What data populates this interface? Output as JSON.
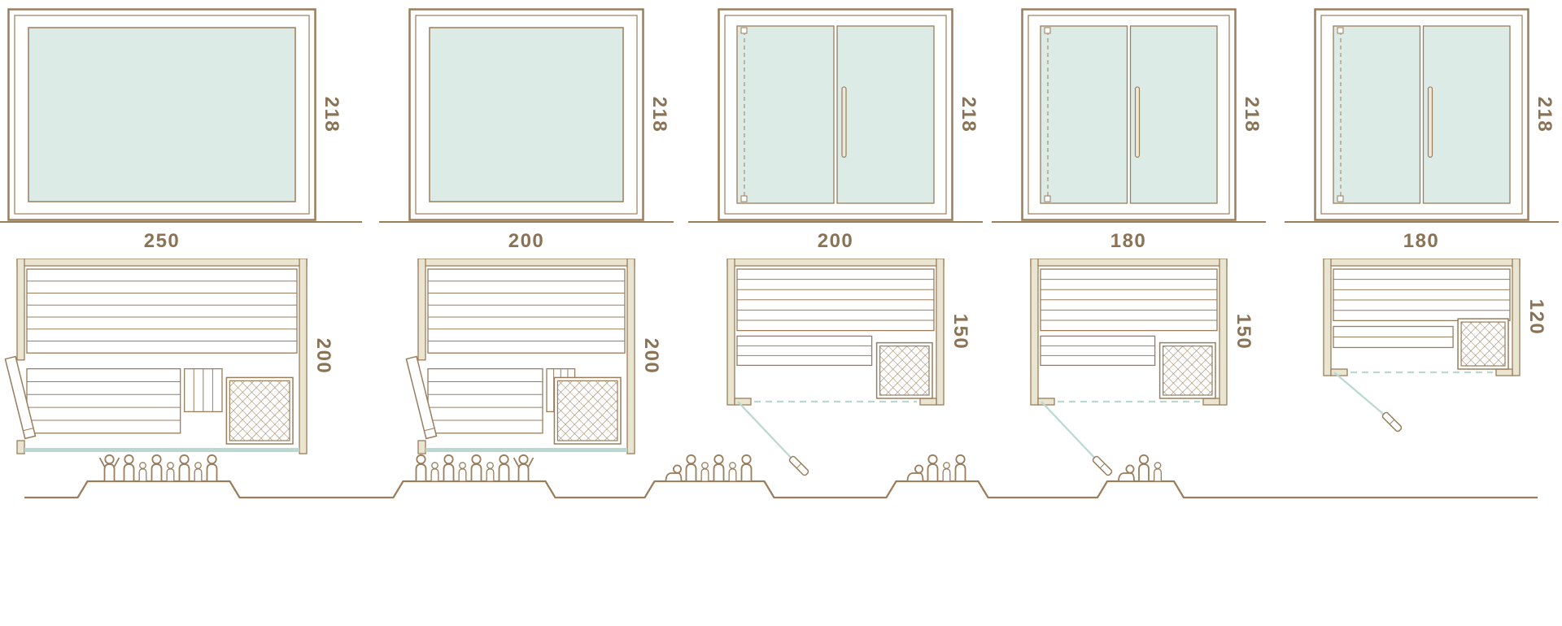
{
  "colors": {
    "line": "#9a7d5b",
    "text": "#8a7355",
    "glass": "#ddebe7",
    "teal": "#b9d8d1",
    "wall": "#e9e5d1",
    "white": "#ffffff"
  },
  "columns": [
    {
      "front_view": {
        "style": "fixed-glass",
        "width": "250",
        "height": "218"
      },
      "plan_view": {
        "style": "side-door",
        "depth": "200"
      },
      "capacity": {
        "count": 8,
        "figures": [
          "wave",
          "adult",
          "child",
          "adult",
          "child",
          "adult",
          "child",
          "adult"
        ]
      }
    },
    {
      "front_view": {
        "style": "fixed-glass",
        "width": "200",
        "height": "218"
      },
      "plan_view": {
        "style": "side-door",
        "depth": "200"
      },
      "capacity": {
        "count": 8,
        "figures": [
          "adult",
          "child",
          "adult",
          "child",
          "adult",
          "child",
          "adult",
          "wave"
        ]
      }
    },
    {
      "front_view": {
        "style": "double-door",
        "width": "200",
        "height": "218"
      },
      "plan_view": {
        "style": "front-door",
        "depth": "150"
      },
      "capacity": {
        "count": 6,
        "figures": [
          "seated",
          "adult",
          "child",
          "adult",
          "child",
          "adult"
        ]
      }
    },
    {
      "front_view": {
        "style": "double-door",
        "width": "180",
        "height": "218"
      },
      "plan_view": {
        "style": "front-door",
        "depth": "150"
      },
      "capacity": {
        "count": 4,
        "figures": [
          "seated",
          "adult",
          "child",
          "adult"
        ]
      }
    },
    {
      "front_view": {
        "style": "double-door",
        "width": "180",
        "height": "218"
      },
      "plan_view": {
        "style": "front-door",
        "depth": "120"
      },
      "capacity": {
        "count": 3,
        "figures": [
          "seated",
          "adult",
          "child"
        ]
      }
    }
  ]
}
